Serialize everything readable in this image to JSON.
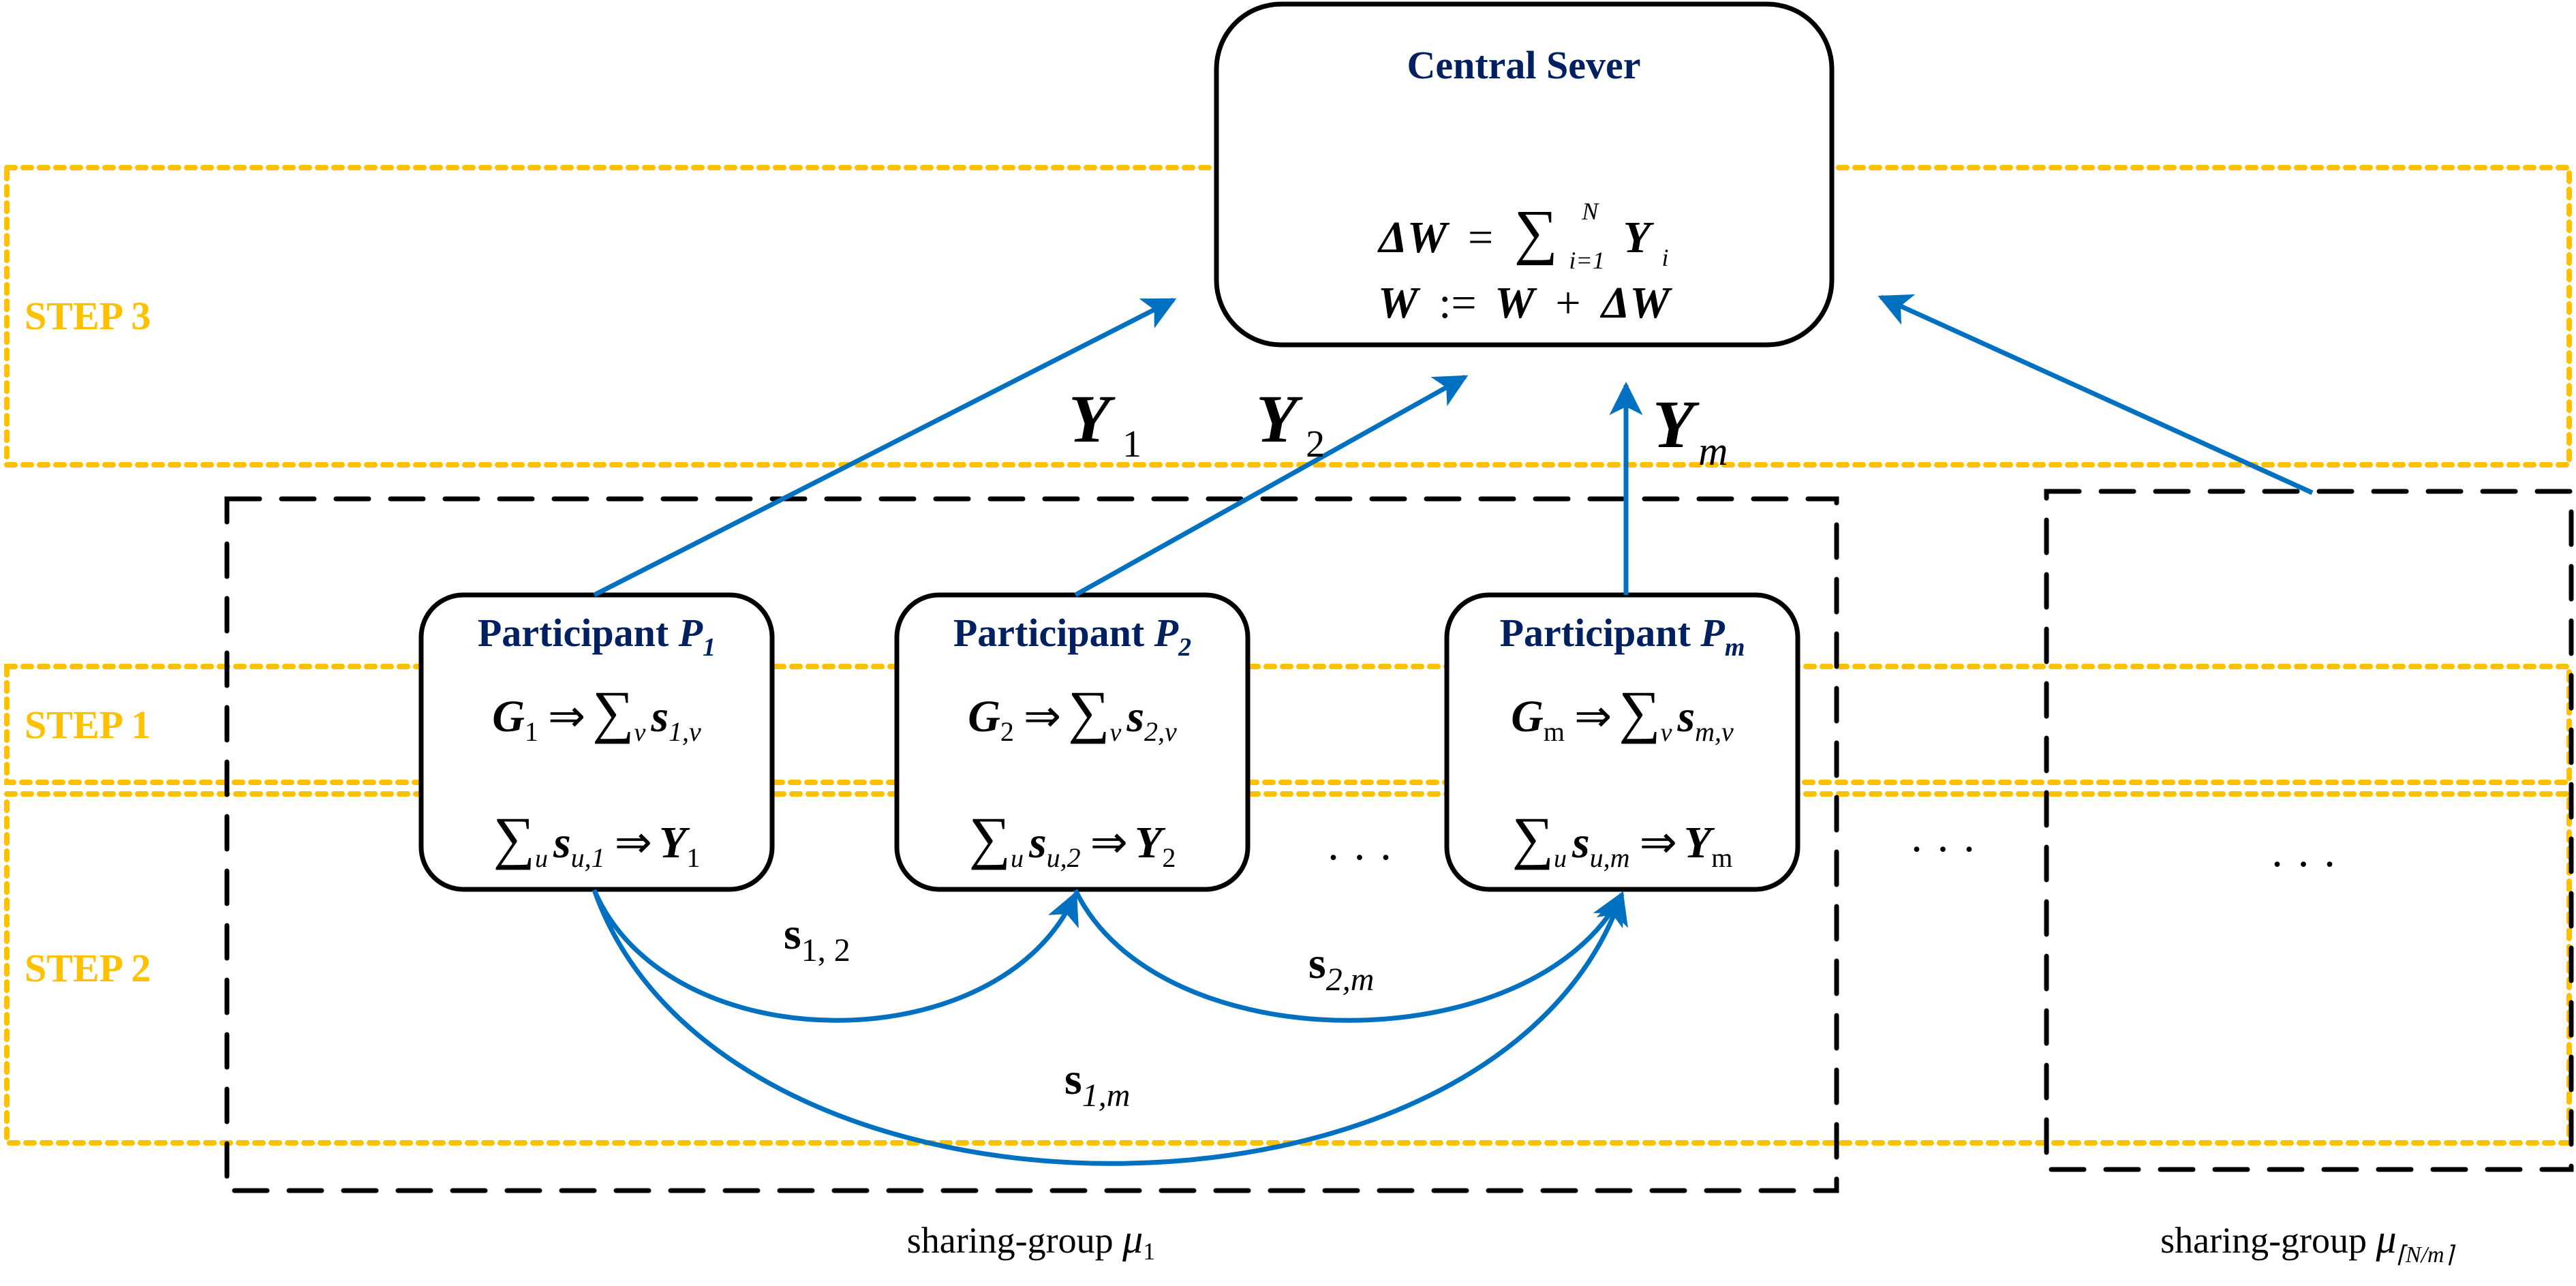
{
  "colors": {
    "step_band": "#FFC000",
    "arrow": "#0070C0",
    "title": "#002060",
    "box_stroke": "#000000",
    "text": "#000000"
  },
  "steps": [
    {
      "id": "step3",
      "label": "STEP 3"
    },
    {
      "id": "step1",
      "label": "STEP 1"
    },
    {
      "id": "step2",
      "label": "STEP 2"
    }
  ],
  "server": {
    "title": "Central Sever",
    "formula_1": {
      "lhs": "ΔW",
      "eq": "=",
      "sum": "∑",
      "sup": "N",
      "sub": "i=1",
      "term": "Y",
      "term_sub": "i"
    },
    "formula_2": {
      "text_a": "W",
      "assign": ":=",
      "text_b": "W",
      "plus": "+",
      "text_c": "ΔW"
    }
  },
  "participants": [
    {
      "title": "Participant ",
      "name": "P",
      "name_sub": "1",
      "row1": {
        "G": "G",
        "G_sub": "1",
        "arrow": "⇒",
        "sum": "∑",
        "sum_sub": "v",
        "s": "s",
        "s_sub": "1,v"
      },
      "row2": {
        "sum": "∑",
        "sum_sub": "u",
        "s": "s",
        "s_sub": "u,1",
        "arrow": "⇒",
        "Y": "Y",
        "Y_sub": "1"
      }
    },
    {
      "title": "Participant ",
      "name": "P",
      "name_sub": "2",
      "row1": {
        "G": "G",
        "G_sub": "2",
        "arrow": "⇒",
        "sum": "∑",
        "sum_sub": "v",
        "s": "s",
        "s_sub": "2,v"
      },
      "row2": {
        "sum": "∑",
        "sum_sub": "u",
        "s": "s",
        "s_sub": "u,2",
        "arrow": "⇒",
        "Y": "Y",
        "Y_sub": "2"
      }
    },
    {
      "title": "Participant ",
      "name": "P",
      "name_sub": "m",
      "row1": {
        "G": "G",
        "G_sub": "m",
        "arrow": "⇒",
        "sum": "∑",
        "sum_sub": "v",
        "s": "s",
        "s_sub": "m,v"
      },
      "row2": {
        "sum": "∑",
        "sum_sub": "u",
        "s": "s",
        "s_sub": "u,m",
        "arrow": "⇒",
        "Y": "Y",
        "Y_sub": "m"
      }
    }
  ],
  "upload_labels": [
    {
      "main": "Y",
      "sub": "1"
    },
    {
      "main": "Y",
      "sub": "2"
    },
    {
      "main": "Y",
      "sub": "m"
    }
  ],
  "share_labels": [
    {
      "main": "s",
      "sub": "1, 2"
    },
    {
      "main": "s",
      "sub": "2,m"
    },
    {
      "main": "s",
      "sub": "1,m"
    }
  ],
  "ellipsis": "· · ·",
  "groups": [
    {
      "label": "sharing-group ",
      "mu": "μ",
      "sub": "1"
    },
    {
      "label": "sharing-group ",
      "mu": "μ",
      "sub": "⌈N/m⌉"
    }
  ]
}
